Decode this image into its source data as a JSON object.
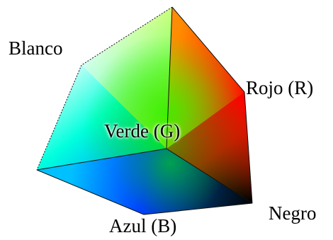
{
  "labels": {
    "blanco": "Blanco",
    "rojo": "Rojo (R)",
    "verde": "Verde (G)",
    "negro": "Negro",
    "azul": "Azul (B)"
  },
  "vertex_colors": {
    "white": "#ffffff",
    "red": "#ff0000",
    "green": "#00ff00",
    "blue": "#0000ff",
    "black": "#000000",
    "yellow": "#ffff00",
    "cyan": "#00ffff",
    "magenta": "#ff00ff"
  }
}
